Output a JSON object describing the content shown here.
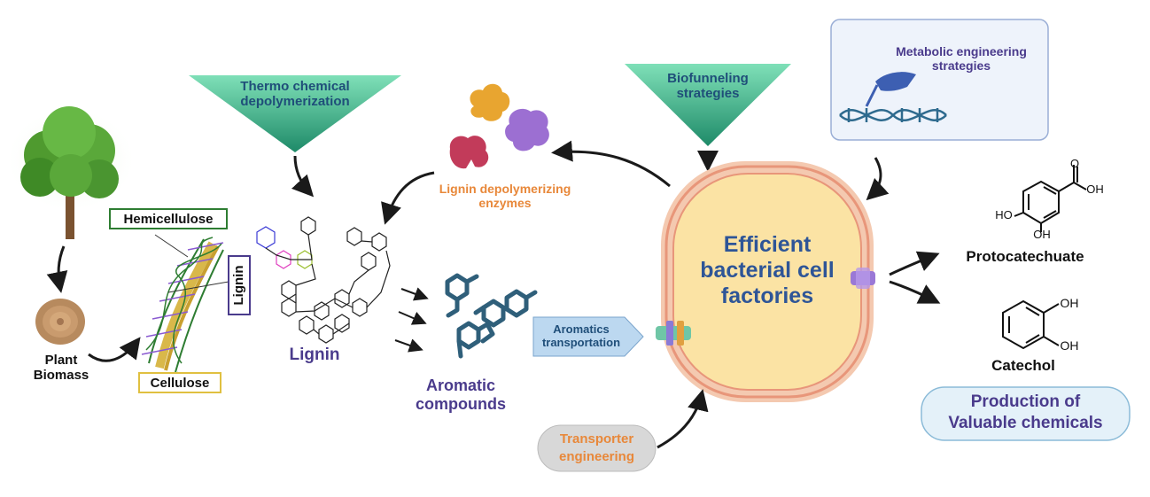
{
  "labels": {
    "plant_biomass": [
      "Plant",
      "Biomass"
    ],
    "hemicellulose": "Hemicellulose",
    "lignin_tag": "Lignin",
    "cellulose": "Cellulose",
    "thermo": [
      "Thermo chemical",
      "depolymerization"
    ],
    "lignin": "Lignin",
    "enzymes": [
      "Lignin depolymerizing",
      "enzymes"
    ],
    "aromatic": [
      "Aromatic",
      "compounds"
    ],
    "aromatics_transport": [
      "Aromatics",
      "transportation"
    ],
    "biofunneling": [
      "Biofunneling",
      "strategies"
    ],
    "metabolic": [
      "Metabolic engineering",
      "strategies"
    ],
    "cell": [
      "Efficient",
      "bacterial cell",
      "factories"
    ],
    "transporter": [
      "Transporter",
      "engineering"
    ],
    "protocatechuate": "Protocatechuate",
    "catechol": "Catechol",
    "production": [
      "Production of",
      "Valuable chemicals"
    ],
    "chem_oh": "OH",
    "chem_o": "O",
    "chem_ho": "HO"
  },
  "colors": {
    "triangle": "#5cc9a0",
    "cell_fill": "#fbe3a4",
    "cell_border": "#e8967a",
    "title_blue": "#2e5597",
    "purple": "#4a3b8c",
    "orange": "#e8883a",
    "tree_green": "#4f9a2f"
  }
}
